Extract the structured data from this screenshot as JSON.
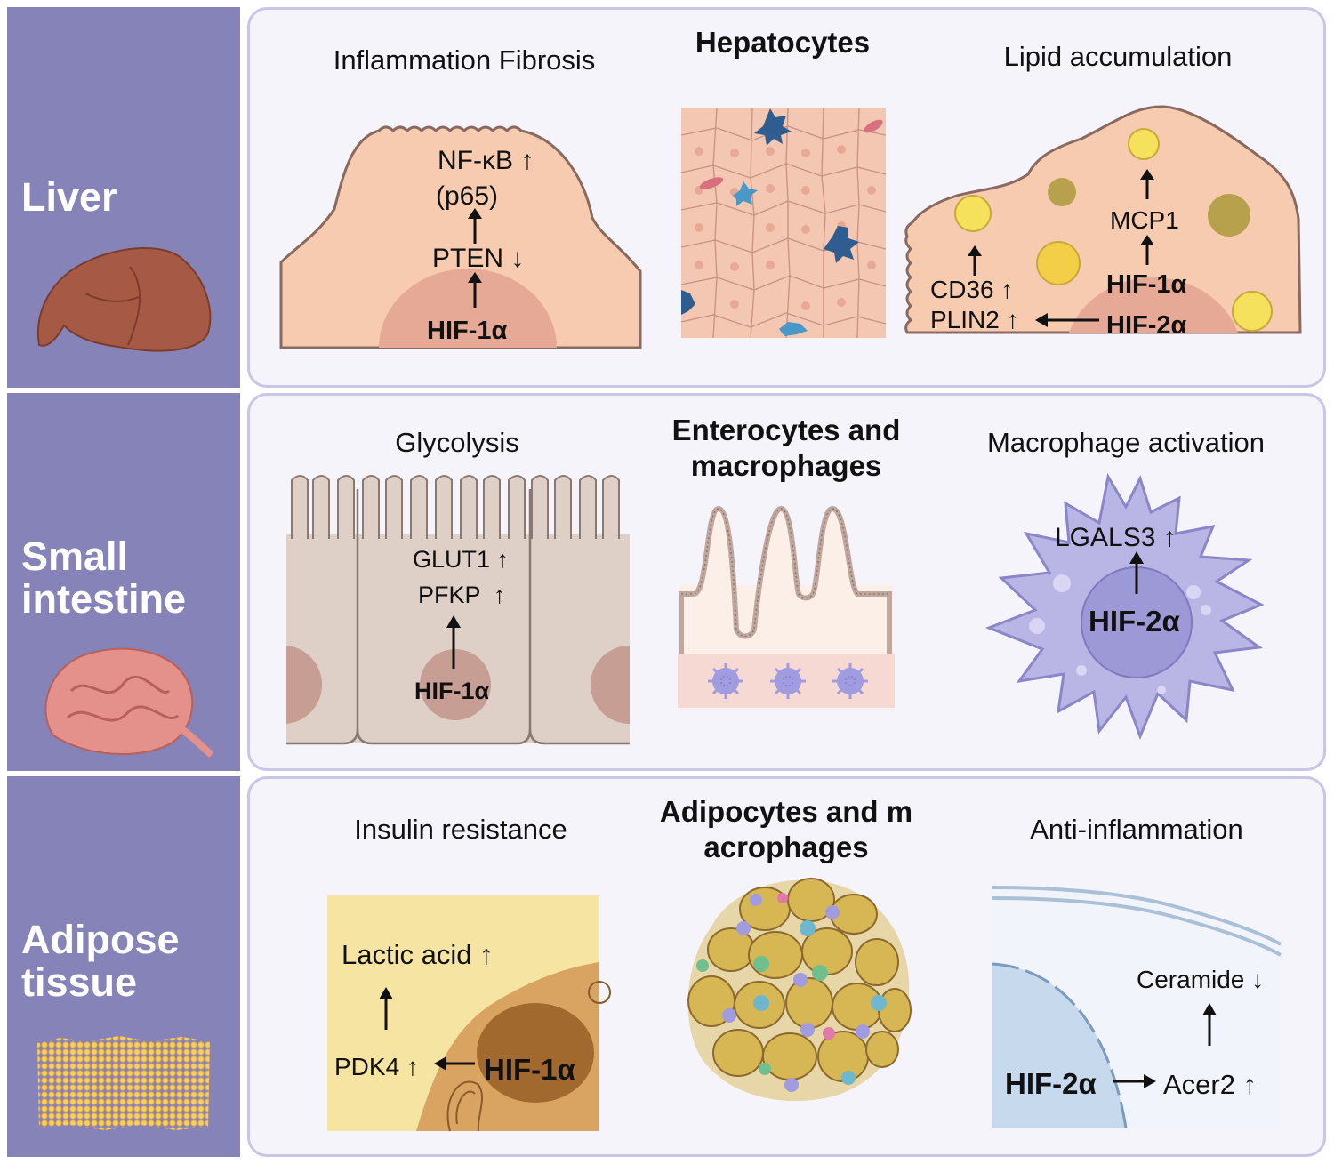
{
  "organs": [
    {
      "name": "Liver",
      "label_lines": [
        "Liver"
      ],
      "icon": "liver-icon",
      "color": "#a65a45"
    },
    {
      "name": "Small intestine",
      "label_lines": [
        "Small",
        "intestine"
      ],
      "icon": "intestine-icon",
      "color": "#e3918a"
    },
    {
      "name": "Adipose tissue",
      "label_lines": [
        "Adipose",
        "tissue"
      ],
      "icon": "adipose-tissue-icon",
      "color": "#f4c45a"
    }
  ],
  "liver": {
    "left_title": "Inflammation Fibrosis",
    "center_title": "Hepatocytes",
    "right_title": "Lipid accumulation",
    "left": {
      "nfkb": "NF-κB ↑",
      "p65": "(p65)",
      "pten": "PTEN ↓",
      "hif": "HIF-1α"
    },
    "right": {
      "cd36": "CD36 ↑",
      "plin2": "PLIN2 ↑",
      "mcp1": "MCP1",
      "hif1": "HIF-1α",
      "hif2": "HIF-2α"
    }
  },
  "intestine": {
    "left_title": "Glycolysis",
    "center_title_lines": [
      "Enterocytes and",
      "macrophages"
    ],
    "right_title": "Macrophage activation",
    "left": {
      "glut1": "GLUT1 ↑",
      "pfkp": "PFKP  ↑",
      "hif": "HIF-1α"
    },
    "right": {
      "lgals3": "LGALS3 ↑",
      "hif": "HIF-2α"
    }
  },
  "adipose": {
    "left_title": "Insulin resistance",
    "center_title_lines": [
      "Adipocytes and m",
      "acrophages"
    ],
    "right_title": "Anti-inflammation",
    "left": {
      "lactic": "Lactic acid ↑",
      "pdk4": "PDK4 ↑",
      "hif": "HIF-1α"
    },
    "right": {
      "ceramide": "Ceramide ↓",
      "acer2": "Acer2 ↑",
      "hif": "HIF-2α"
    }
  },
  "colors": {
    "sidebar": "#8683b8",
    "panel_bg": "#f6f4fb",
    "panel_border": "#c9c5e6",
    "hepatocyte": "#f7cbb0",
    "enterocyte": "#decfc7",
    "macrophage": "#b9b6e6",
    "adipocyte": "#d8b65a"
  }
}
